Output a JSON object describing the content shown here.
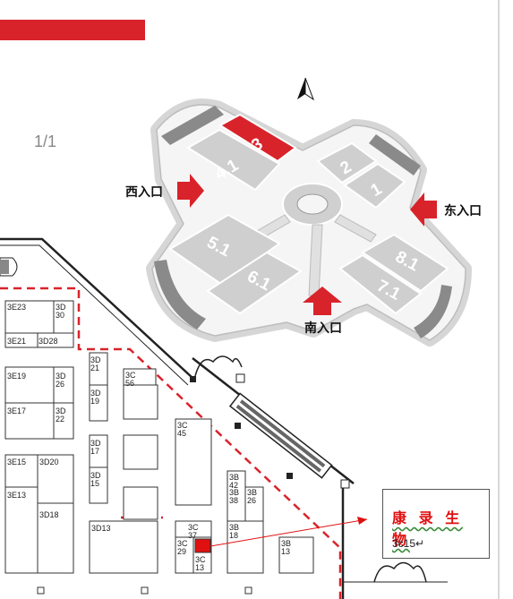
{
  "page_indicator": "1/1",
  "accent_color": "#d9232b",
  "halls": {
    "h3": "3",
    "h41": "4.1",
    "h2": "2",
    "h1": "1",
    "h51": "5.1",
    "h61": "6.1",
    "h81": "8.1",
    "h71": "7.1"
  },
  "highlighted_hall": "3",
  "entrances": {
    "west": "西入口",
    "east": "东入口",
    "south": "南入口"
  },
  "compass_icon": "north-arrow-icon",
  "booths": {
    "b3E23": "3E23",
    "b3D30": "3D 30",
    "b3E21": "3E21",
    "b3D28": "3D28",
    "b3E19": "3E19",
    "b3D26": "3D 26",
    "b3E17": "3E17",
    "b3D22": "3D 22",
    "b3D21": "3D 21",
    "b3D19": "3D 19",
    "b3C56": "3C 56",
    "b3D17": "3D 17",
    "b3D15": "3D 15",
    "b3C45": "3C 45",
    "b3E15": "3E15",
    "b3D20": "3D20",
    "b3E13": "3E13",
    "b3D18": "3D18",
    "b3D13": "3D13",
    "b3B42": "3B 42",
    "b3B38": "3B 38",
    "b3B26": "3B 26",
    "b3C37": "3C 37",
    "b3C29": "3C 29",
    "b3C13": "3C 13",
    "b3B18": "3B 18",
    "b3B13": "3B 13"
  },
  "callout": {
    "company": "康 录 生 物",
    "booth": "3c15↵"
  },
  "highlight_booth": "3C15"
}
